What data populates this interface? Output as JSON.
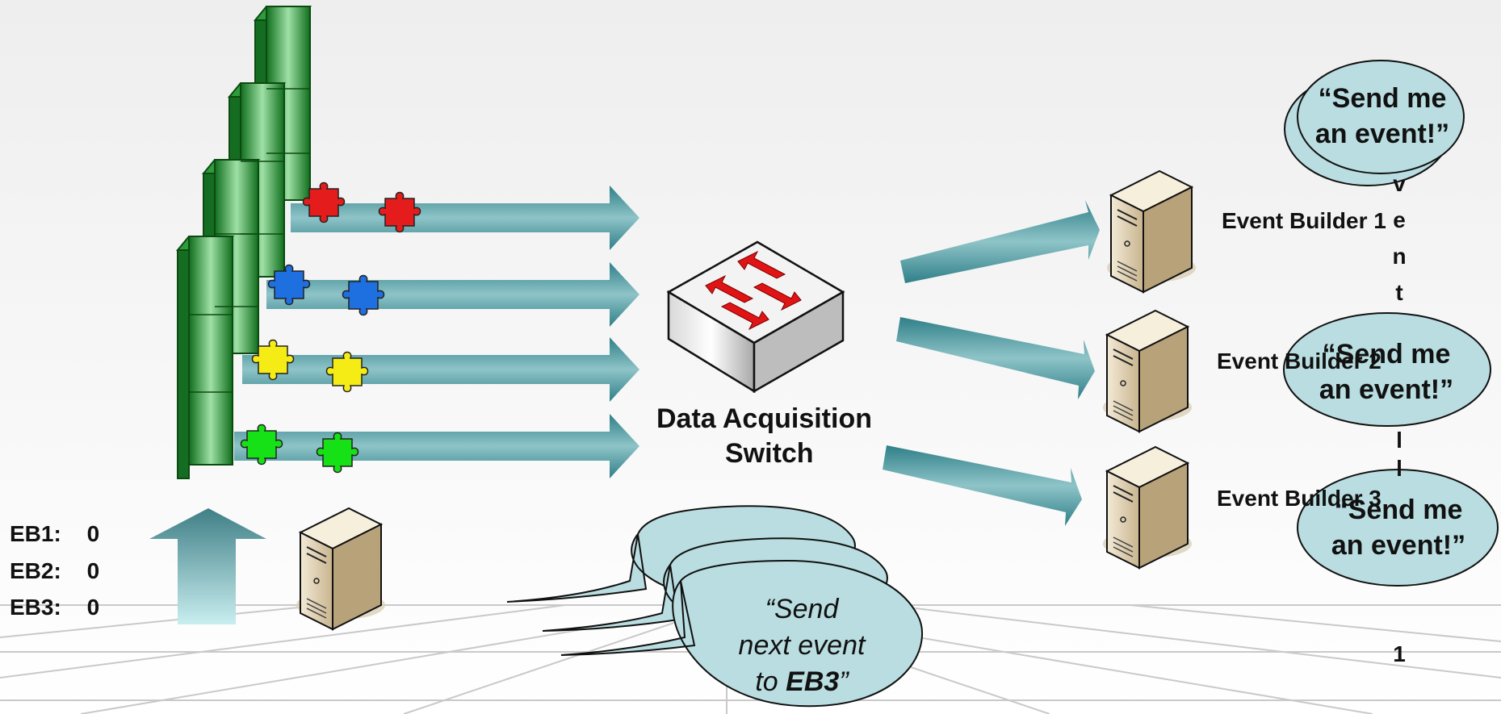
{
  "switch_label": [
    "Data Acquisition",
    "Switch"
  ],
  "event_builders": [
    "Event Builder 1",
    "Event Builder 2",
    "Event Builder 3"
  ],
  "requests": [
    "“Send me",
    "an event!”"
  ],
  "counters": [
    {
      "name": "EB1:",
      "value": "0"
    },
    {
      "name": "EB2:",
      "value": "0"
    },
    {
      "name": "EB3:",
      "value": "0"
    }
  ],
  "manager_callout": [
    "“Send",
    "next event",
    "to ",
    "EB3",
    "”"
  ],
  "vertical_letters": [
    "v",
    "e",
    "n",
    "t",
    "l",
    "l",
    "1"
  ],
  "puzzle_colors": [
    "#e51c1c",
    "#1e6fe0",
    "#f5ec16",
    "#16e016"
  ],
  "colors": {
    "stack_green": "#1f8a2c",
    "arrow_teal": "#4f9ba3",
    "bubble_fill": "#b9dde0",
    "switch_arrow": "#e01414"
  }
}
